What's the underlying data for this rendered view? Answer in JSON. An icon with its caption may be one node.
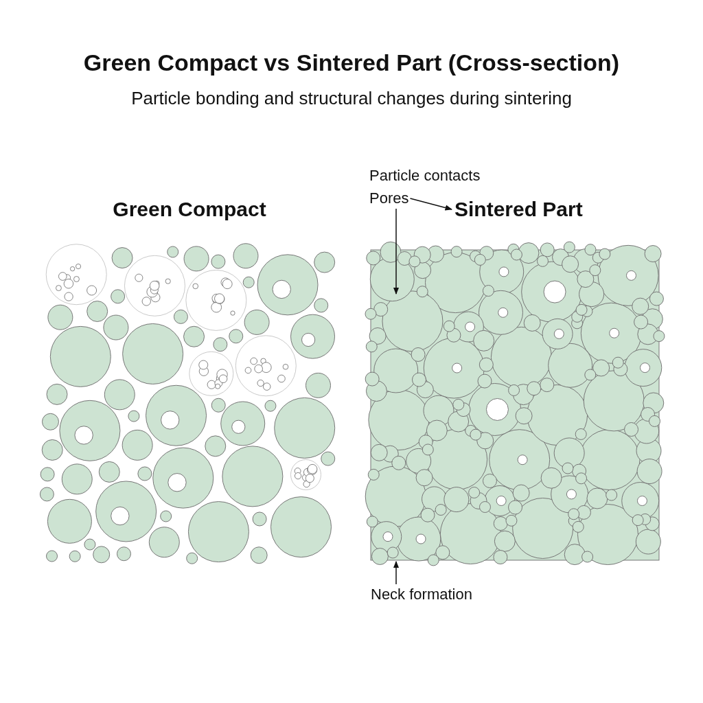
{
  "diagram": {
    "title": "Green Compact vs Sintered Part (Cross-section)",
    "nodes": [
      {
        "text": [
          "Sintered Part"
        ]
      },
      {
        "text": [
          "Pores"
        ]
      },
      {
        "text": [
          "Neck formation"
        ]
      }
    ],
    "edges": [
      {
        "from": 1,
        "to": 0,
        "arrow": "to"
      },
      {
        "from": 1,
        "to": null,
        "arrow": "to"
      },
      {
        "from": 2,
        "to": null,
        "arrow": "to"
      }
    ],
    "labels": [
      "Particle bonding and structural changes during sintering",
      "Green Compact",
      "Particle contacts"
    ]
  }
}
